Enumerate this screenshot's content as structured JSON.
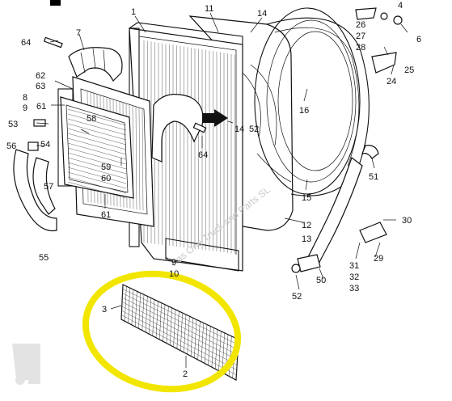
{
  "diagram": {
    "labels": {
      "l1": "1",
      "l4": "4",
      "l6": "6",
      "l7": "7",
      "l8": "8",
      "l9a": "9",
      "l11": "11",
      "l14": "14",
      "l15": "15",
      "l16": "16",
      "l12": "12",
      "l13": "13",
      "l26": "26",
      "l27": "27",
      "l28": "28",
      "l24": "24",
      "l25": "25",
      "l30": "30",
      "l29": "29",
      "l31": "31",
      "l32": "32",
      "l33": "33",
      "l50": "50",
      "l51": "51",
      "l52a": "52",
      "l52b": "52",
      "l53": "53",
      "l54": "54",
      "l55": "55",
      "l56": "56",
      "l57": "57",
      "l58": "58",
      "l59": "59",
      "l60": "60",
      "l61a": "61",
      "l61b": "61",
      "l62": "62",
      "l63": "63",
      "l64a": "64",
      "l64b": "64",
      "l9b": "9",
      "l10": "10",
      "l14b": "14",
      "l2": "2",
      "l3": "3"
    },
    "watermark": "Kas One Truck and Parts SL",
    "highlight_color": "#f2e600"
  }
}
